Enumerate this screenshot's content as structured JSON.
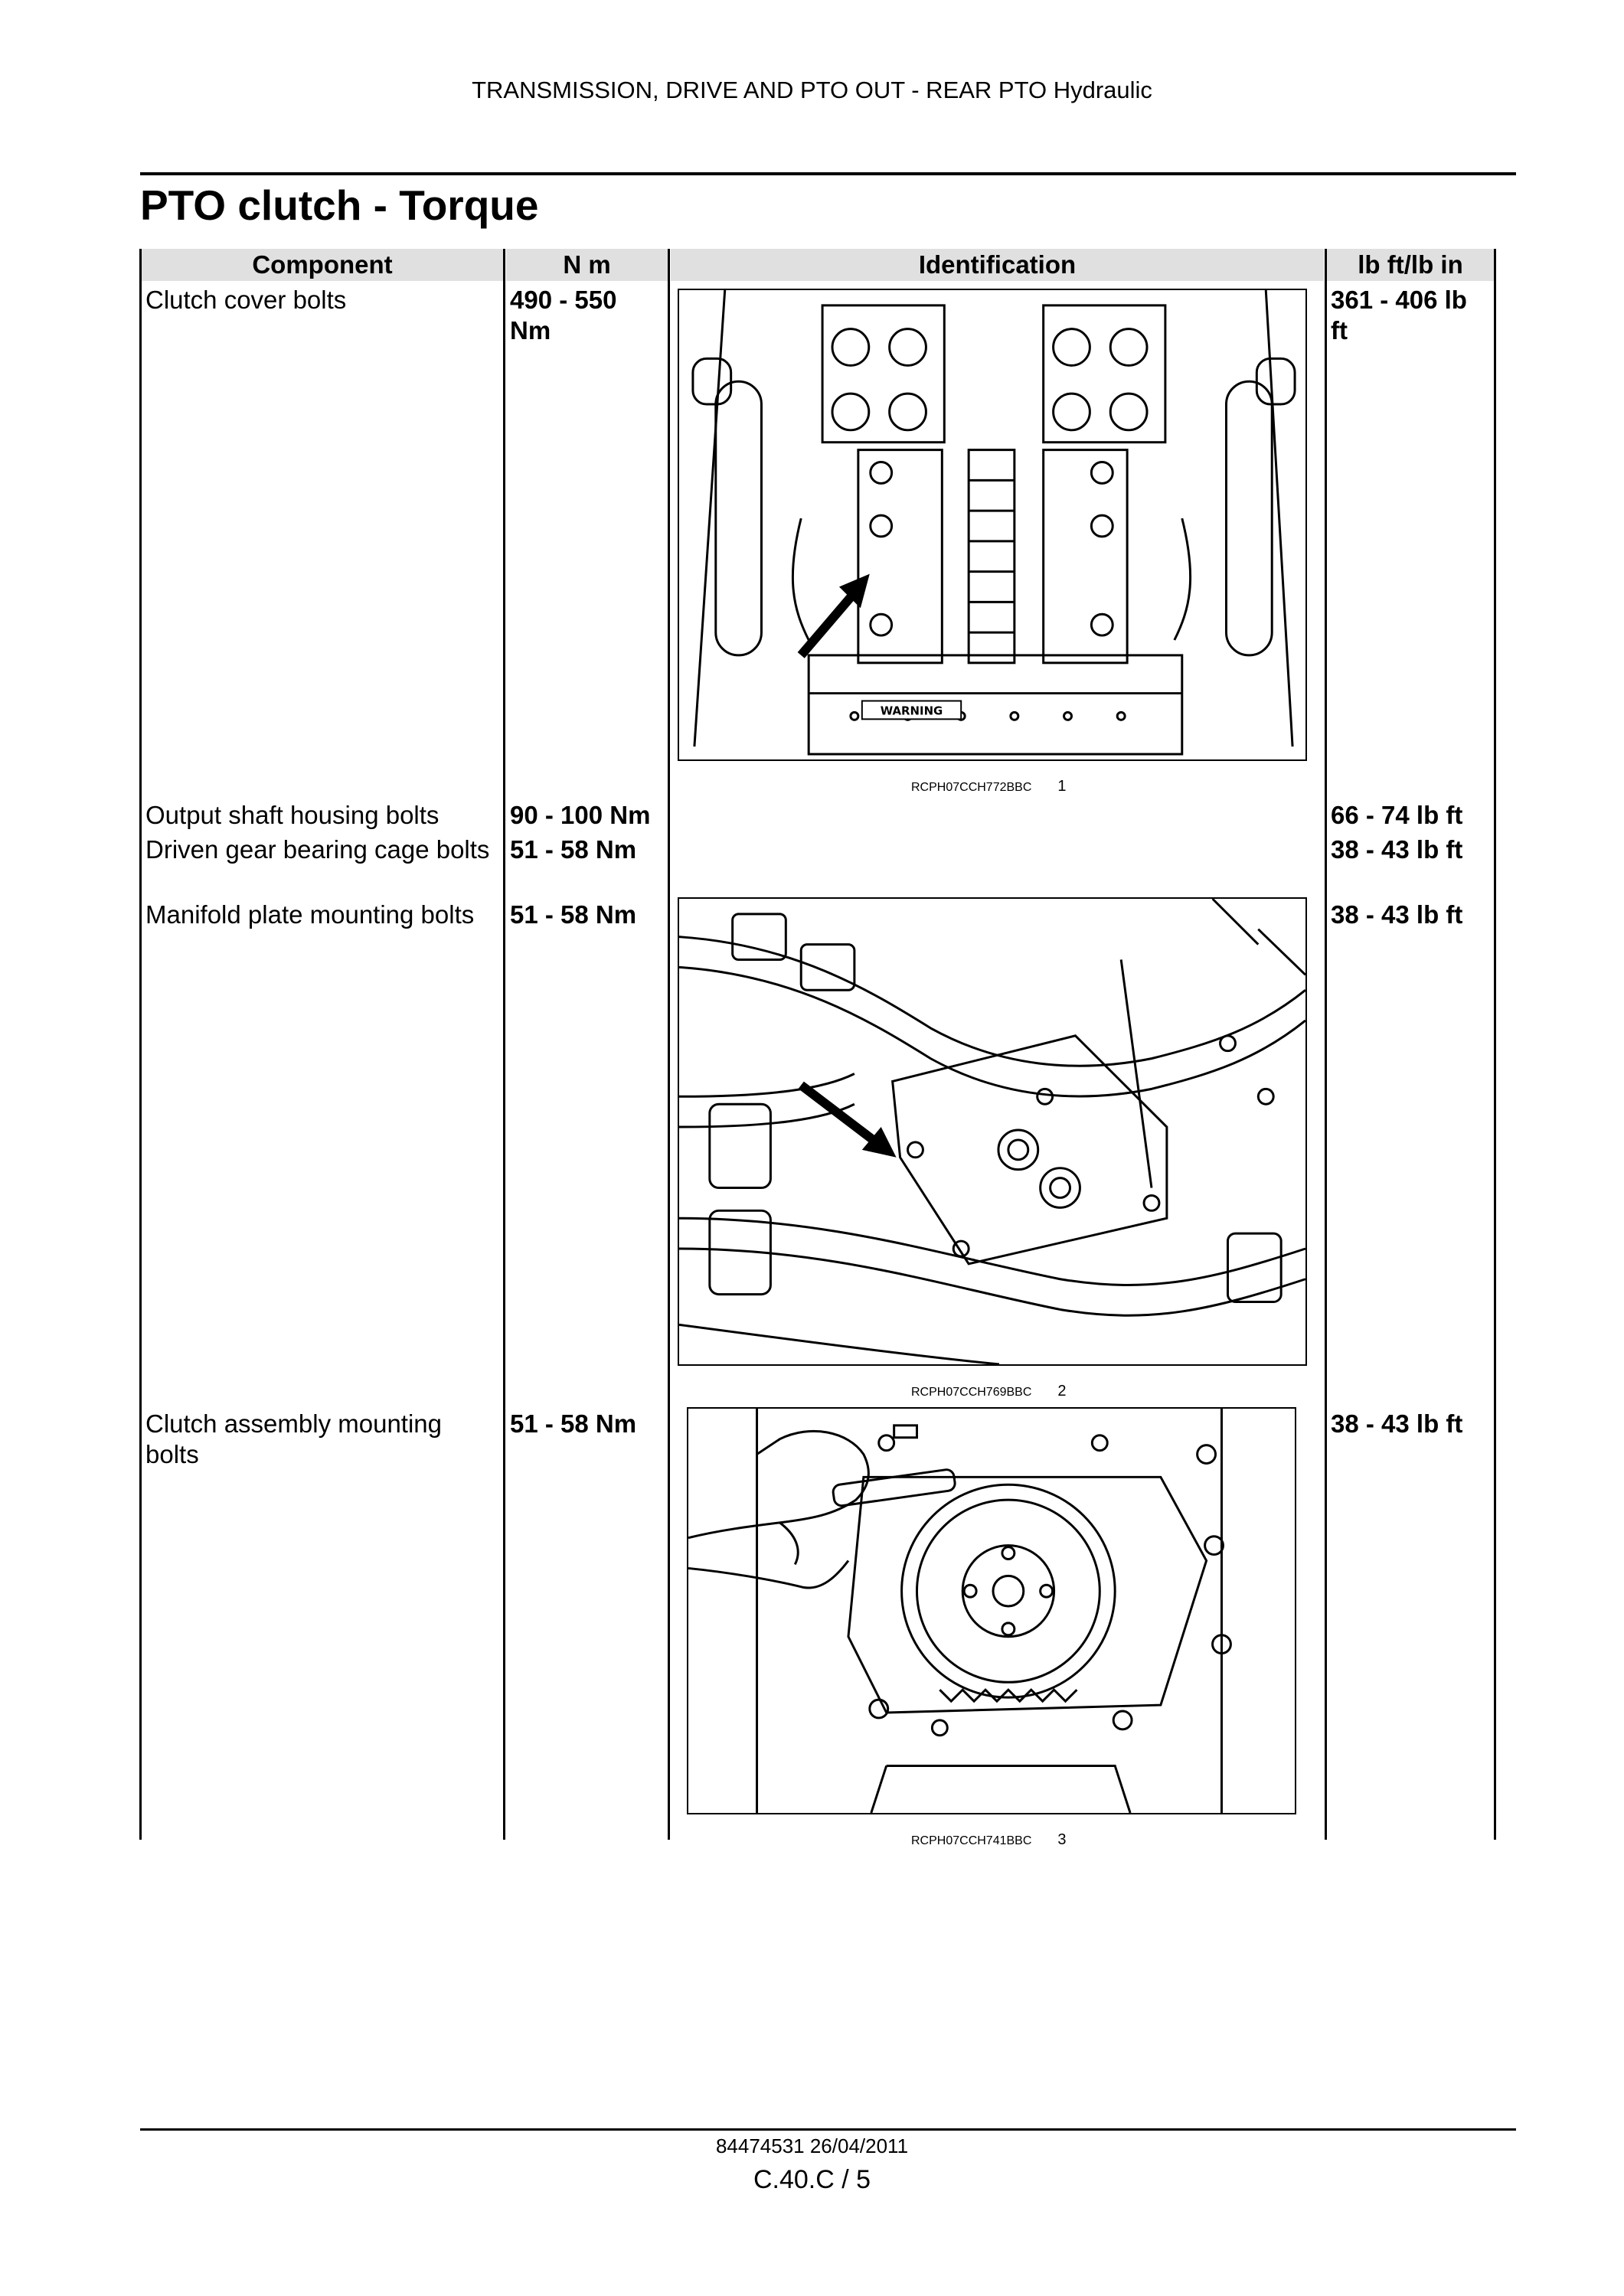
{
  "header": {
    "title": "TRANSMISSION, DRIVE AND PTO OUT - REAR PTO Hydraulic"
  },
  "section": {
    "title": "PTO clutch - Torque"
  },
  "table": {
    "columns": [
      "Component",
      "N m",
      "Identification",
      "lb ft/lb in"
    ],
    "rows": [
      {
        "component": "Clutch cover bolts",
        "nm": "490 - 550 Nm",
        "lbft": "361 - 406 lb ft"
      },
      {
        "component": "Output shaft housing bolts",
        "nm": "90 - 100 Nm",
        "lbft": "66 - 74 lb ft"
      },
      {
        "component": "Driven gear bearing cage bolts",
        "nm": "51 - 58 Nm",
        "lbft": "38 - 43 lb ft"
      },
      {
        "component": "Manifold plate mounting bolts",
        "nm": "51 - 58 Nm",
        "lbft": "38 - 43 lb ft"
      },
      {
        "component": "Clutch assembly mounting bolts",
        "nm": "51 - 58 Nm",
        "lbft": "38 - 43 lb ft"
      }
    ]
  },
  "figures": [
    {
      "code": "RCPH07CCH772BBC",
      "number": "1",
      "label_text": "WARNING"
    },
    {
      "code": "RCPH07CCH769BBC",
      "number": "2"
    },
    {
      "code": "RCPH07CCH741BBC",
      "number": "3"
    }
  ],
  "footer": {
    "doc": "84474531 26/04/2011",
    "page": "C.40.C / 5"
  }
}
